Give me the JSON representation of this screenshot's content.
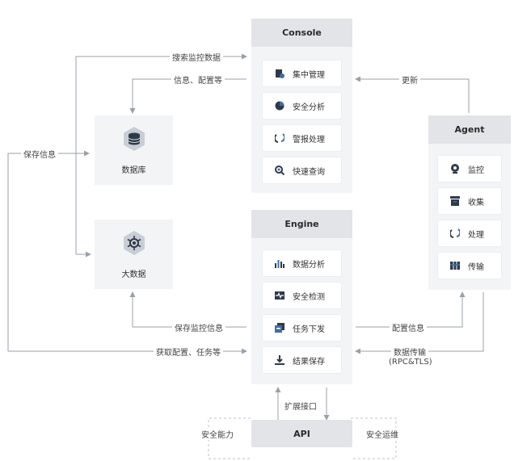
{
  "console": {
    "title": "Console",
    "items": [
      {
        "label": "集中管理",
        "icon": "management-icon"
      },
      {
        "label": "安全分析",
        "icon": "pie-chart-icon"
      },
      {
        "label": "警报处理",
        "icon": "alert-handling-icon"
      },
      {
        "label": "快速查询",
        "icon": "search-icon"
      }
    ]
  },
  "engine": {
    "title": "Engine",
    "items": [
      {
        "label": "数据分析",
        "icon": "bar-chart-icon"
      },
      {
        "label": "安全检测",
        "icon": "detection-icon"
      },
      {
        "label": "任务下发",
        "icon": "task-dispatch-icon"
      },
      {
        "label": "结果保存",
        "icon": "download-icon"
      }
    ]
  },
  "agent": {
    "title": "Agent",
    "items": [
      {
        "label": "监控",
        "icon": "monitor-icon"
      },
      {
        "label": "收集",
        "icon": "collect-icon"
      },
      {
        "label": "处理",
        "icon": "process-icon"
      },
      {
        "label": "传输",
        "icon": "transfer-icon"
      }
    ]
  },
  "stores": {
    "database": {
      "label": "数据库",
      "icon": "database-icon"
    },
    "bigdata": {
      "label": "大数据",
      "icon": "bigdata-icon"
    }
  },
  "api": {
    "title": "API",
    "left": "安全能力",
    "right": "安全运维",
    "interface": "扩展接口"
  },
  "flows": {
    "search": "搜索监控数据",
    "info_config": "信息、配置等",
    "save_info": "保存信息",
    "update": "更新",
    "save_monitor": "保存监控信息",
    "config_info": "配置信息",
    "get_config": "获取配置、任务等",
    "data_transfer": "数据传输",
    "data_transfer_sub": "(RPC&TLS)"
  },
  "colors": {
    "arrow": "#9aa0a8",
    "panel": "#f3f4f6",
    "header": "#e3e4e7",
    "accent": "#3d6ea8"
  }
}
